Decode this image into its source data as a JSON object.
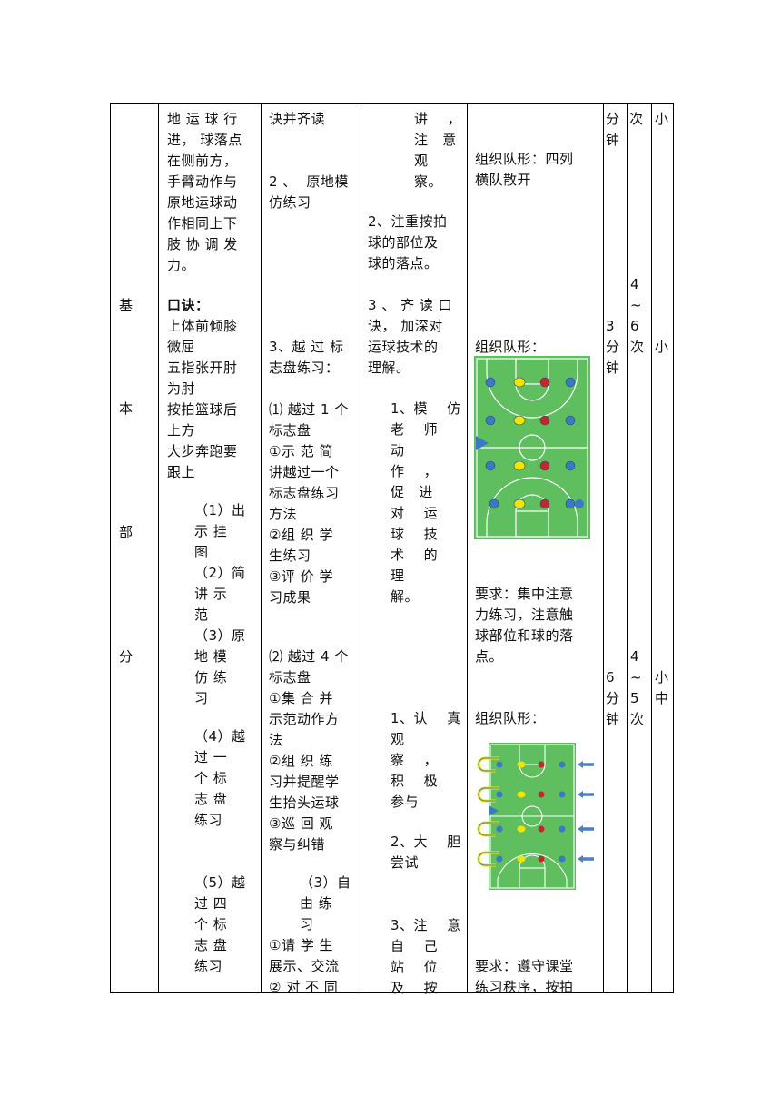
{
  "section": {
    "chars": [
      "基",
      "本",
      "部",
      "分"
    ]
  },
  "col_content": {
    "lines_a": [
      "地 运 球 行",
      "进， 球落点",
      "在侧前方，",
      "手臂动作与",
      "原地运球动",
      "作相同上下",
      "肢 协 调 发",
      "力。"
    ],
    "koujue_title": "口诀：",
    "koujue_lines": [
      "上体前倾膝",
      "微屈",
      "五指张开肘",
      "为肘",
      "按拍篮球后",
      "上方",
      "大步奔跑要",
      "跟上"
    ],
    "steps": [
      [
        "（1）出",
        "示 挂",
        "图"
      ],
      [
        "（2）简",
        "讲 示",
        "范"
      ],
      [
        "（3）原",
        "地 模",
        "仿 练",
        "习"
      ],
      [
        "（4）越",
        "过 一",
        "个 标",
        "志 盘",
        "练习"
      ],
      [
        "（5）越",
        "过 四",
        "个 标",
        "志 盘",
        "练习"
      ]
    ]
  },
  "col_teacher": {
    "lines_top": [
      "诀并齐读",
      "",
      "",
      "2 、  原地模",
      "仿练习"
    ],
    "lines_mid": [
      "3、越 过 标",
      "志盘练习：",
      "",
      "⑴ 越过 1 个",
      "标志盘",
      "①示 范 简",
      "讲越过一个",
      "标志盘练习",
      "方法",
      "②组 织 学",
      "生练习",
      "③评 价 学",
      "习成果"
    ],
    "lines_bot": [
      "⑵ 越过 4 个",
      "标志盘",
      "①集 合 并",
      "示范动作方",
      "法",
      "②组 织 练",
      "习并提醒学",
      "生抬头运球",
      "③巡 回 观",
      "察与纠错"
    ],
    "free_lines": [
      "（3）自",
      "由 练",
      "习"
    ],
    "last_lines": [
      "①请 学 生",
      "展示、交流",
      "② 对 不 同"
    ]
  },
  "col_student": {
    "lines_top": [
      "讲    ，",
      "注   意",
      "观",
      "察。"
    ],
    "lines_2": [
      "2、注重按拍",
      "球的部位及",
      "球的落点。"
    ],
    "lines_3": [
      "3 、 齐 读 口",
      "诀， 加深对",
      "运球技术的",
      "理解。"
    ],
    "lines_4": [
      "1、模    仿",
      "老    师",
      "动",
      "作    ，",
      "促   进",
      "对    运",
      "球    技",
      "术    的",
      "理",
      "解。"
    ],
    "lines_5": [
      "1、认    真",
      "观",
      "察    ，",
      "积    极",
      "参与"
    ],
    "lines_6": [
      "2、大    胆",
      "尝试"
    ],
    "lines_7": [
      "3、注    意",
      "自    己",
      "站    位",
      "及    按"
    ]
  },
  "col_org": {
    "org1": [
      "组织队形：四列",
      "横队散开"
    ],
    "org2": [
      "组织队形："
    ],
    "req1": [
      "要求：集中注意",
      "力练习，注意触",
      "球部位和球的落",
      "点。"
    ],
    "org3": [
      "组织队形："
    ],
    "req2": [
      "要求：遵守课堂",
      "练习秩序，按拍"
    ]
  },
  "col_time": {
    "t1": [
      "分",
      "钟"
    ],
    "t2": [
      "3",
      "分",
      "钟"
    ],
    "t3": [
      "6",
      "分",
      "钟"
    ]
  },
  "col_count": {
    "c1": [
      "次"
    ],
    "c2": [
      "4",
      "~",
      "6",
      "次"
    ],
    "c3": [
      "4",
      "~",
      "5",
      "次"
    ]
  },
  "col_intensity": {
    "i1": [
      "小"
    ],
    "i2": [
      "小"
    ],
    "i3": [
      "小",
      "中"
    ]
  },
  "colors": {
    "court_green": "#5fbf5f",
    "court_line": "#ffffff",
    "dot_blue": "#3a78c8",
    "dot_yellow": "#f2e600",
    "dot_red": "#c0282c",
    "arrow_blue": "#4a7fc4"
  }
}
